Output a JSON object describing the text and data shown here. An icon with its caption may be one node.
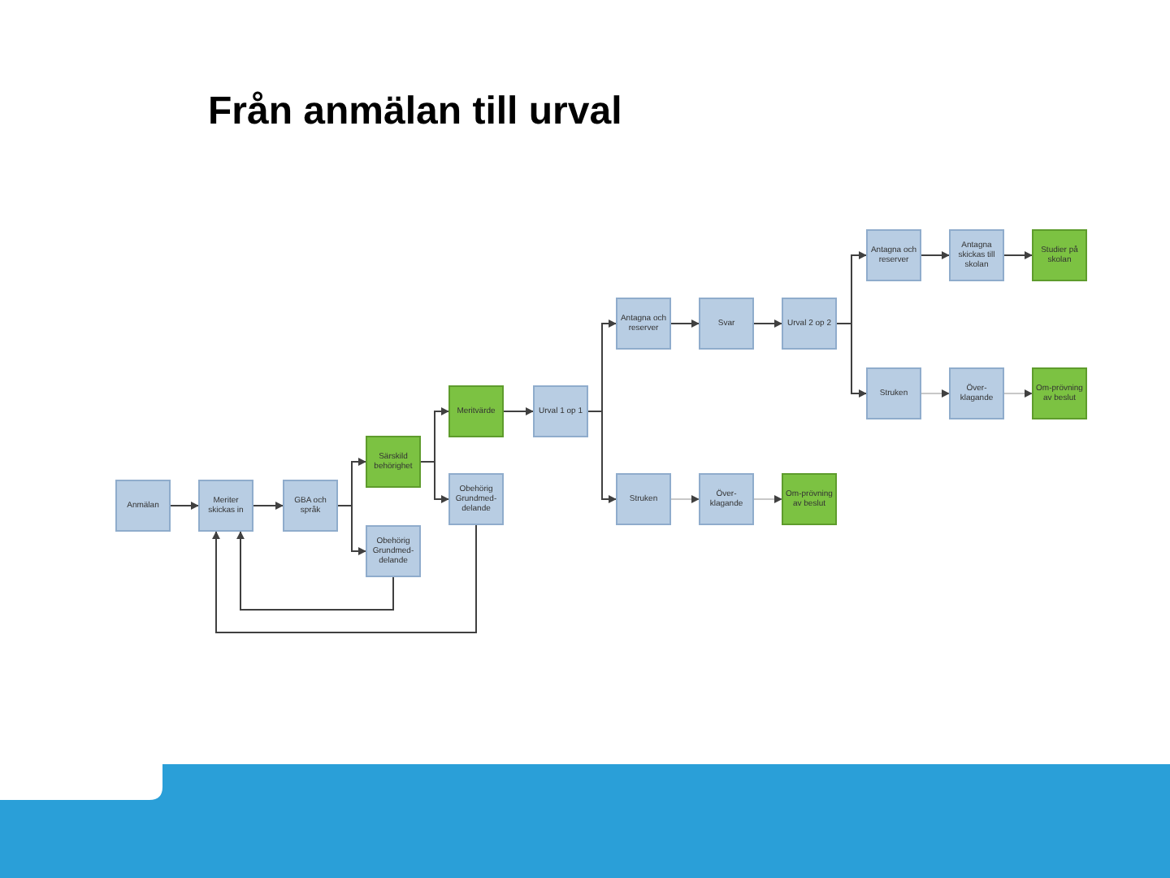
{
  "diagram": {
    "title": "Från anmälan till urval",
    "nodes": [
      {
        "text": [
          "Anmälan"
        ]
      },
      {
        "text": [
          "Meriter skickas in"
        ]
      },
      {
        "text": [
          "GBA och språk"
        ]
      },
      {
        "text": [
          "Särskild behörighet"
        ]
      },
      {
        "text": [
          "Obehörig Grundmed-delande"
        ]
      },
      {
        "text": [
          "Meritvärde"
        ]
      },
      {
        "text": [
          "Obehörig Grundmed-delande"
        ]
      },
      {
        "text": [
          "Urval 1 op 1"
        ]
      },
      {
        "text": [
          "Antagna och reserver"
        ]
      },
      {
        "text": [
          "Svar"
        ]
      },
      {
        "text": [
          "Urval 2 op 2"
        ]
      },
      {
        "text": [
          "Antagna och reserver"
        ]
      },
      {
        "text": [
          "Antagna skickas till skolan"
        ]
      },
      {
        "text": [
          "Studier på skolan"
        ]
      },
      {
        "text": [
          "Struken"
        ]
      },
      {
        "text": [
          "Över-klagande"
        ]
      },
      {
        "text": [
          "Om-prövning av beslut"
        ]
      },
      {
        "text": [
          "Struken"
        ]
      },
      {
        "text": [
          "Över-klagande"
        ]
      },
      {
        "text": [
          "Om-prövning av beslut"
        ]
      }
    ],
    "edges": [
      {
        "from": 0,
        "to": 1,
        "arrow": "to"
      },
      {
        "from": 1,
        "to": 2,
        "arrow": "to"
      },
      {
        "from": 2,
        "to": 3,
        "arrow": "to"
      },
      {
        "from": 2,
        "to": 4,
        "arrow": "to"
      },
      {
        "from": 3,
        "to": 5,
        "arrow": "to"
      },
      {
        "from": 3,
        "to": 6,
        "arrow": "to"
      },
      {
        "from": 5,
        "to": 7,
        "arrow": "to"
      },
      {
        "from": 7,
        "to": 8,
        "arrow": "to"
      },
      {
        "from": 7,
        "to": 17,
        "arrow": "to"
      },
      {
        "from": 8,
        "to": 9,
        "arrow": "to"
      },
      {
        "from": 9,
        "to": 10,
        "arrow": "to"
      },
      {
        "from": 10,
        "to": 11,
        "arrow": "to"
      },
      {
        "from": 10,
        "to": 14,
        "arrow": "to"
      },
      {
        "from": 11,
        "to": 12,
        "arrow": "to"
      },
      {
        "from": 12,
        "to": 13,
        "arrow": "to"
      },
      {
        "from": 14,
        "to": 15,
        "arrow": "to",
        "color": "#c8c8c8"
      },
      {
        "from": 15,
        "to": 16,
        "arrow": "to",
        "color": "#c8c8c8"
      },
      {
        "from": 17,
        "to": 18,
        "arrow": "to",
        "color": "#c8c8c8"
      },
      {
        "from": 18,
        "to": 19,
        "arrow": "to",
        "color": "#c8c8c8"
      },
      {
        "from": 4,
        "to": 1,
        "arrow": "to"
      },
      {
        "from": 6,
        "to": 1,
        "arrow": "to"
      }
    ]
  }
}
